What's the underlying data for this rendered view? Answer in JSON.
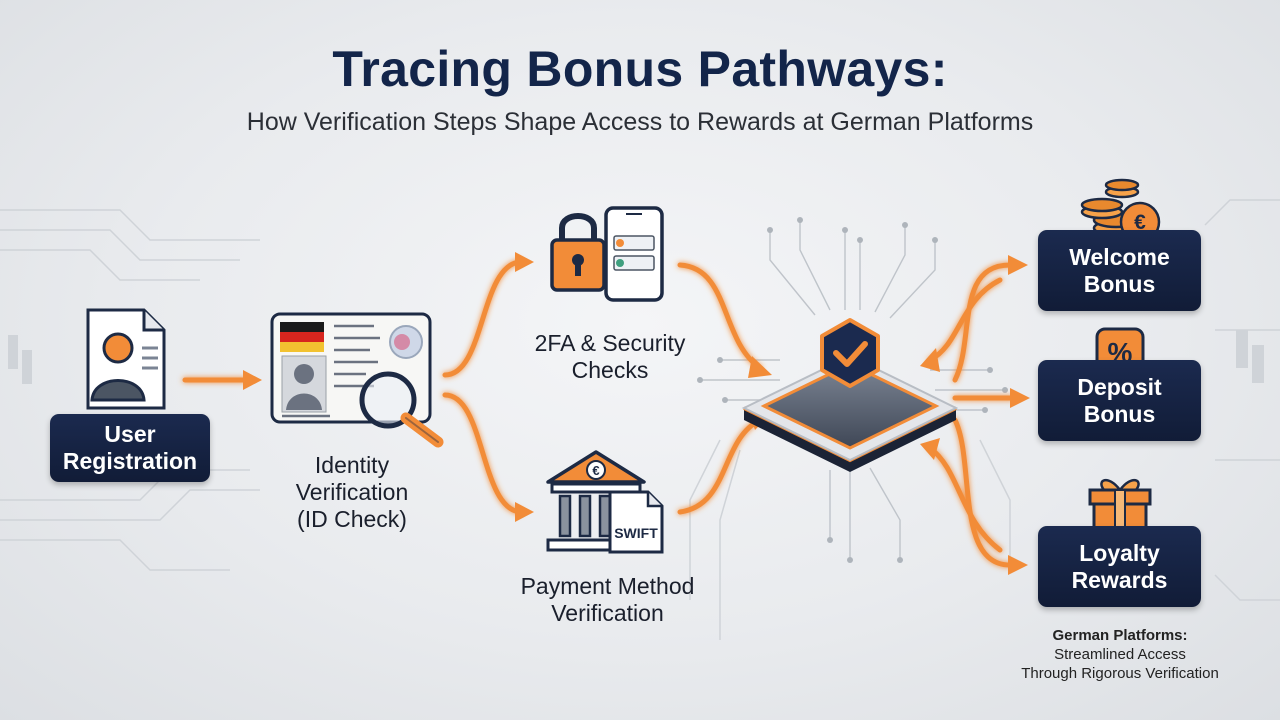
{
  "title": "Tracing Bonus Pathways:",
  "subtitle": "How Verification Steps Shape Access to Rewards at German Platforms",
  "steps": {
    "registration": "User\nRegistration",
    "identity": "Identity\nVerification\n(ID Check)",
    "security": "2FA & Security\nChecks",
    "payment": "Payment Method\nVerification"
  },
  "rewards": {
    "welcome": "Welcome\nBonus",
    "deposit": "Deposit\nBonus",
    "loyalty": "Loyalty\nRewards"
  },
  "icons": {
    "euro": "€",
    "percent": "%",
    "swift": "SWIFT"
  },
  "footnote": {
    "title": "German Platforms:",
    "line1": "Streamlined Access",
    "line2": "Through Rigorous Verification"
  },
  "colors": {
    "navy": "#13254a",
    "orange": "#f28c38",
    "gray": "#4b5563"
  }
}
